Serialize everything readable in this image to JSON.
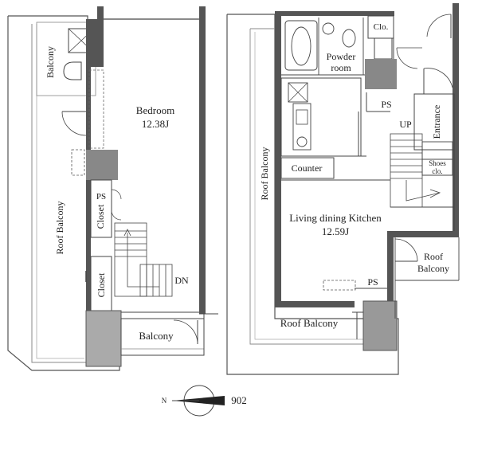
{
  "floor_plan": {
    "left_unit": {
      "bedroom": {
        "name": "Bedroom",
        "size": "12.38J"
      },
      "balcony_top": "Balcony",
      "balcony_bottom": "Balcony",
      "roof_balcony": "Roof Balcony",
      "closet_upper": "Closet",
      "closet_lower": "Closet",
      "ps": "PS",
      "stairs": "DN"
    },
    "right_unit": {
      "ldk": {
        "name": "Living dining Kitchen",
        "size": "12.59J"
      },
      "powder_room": {
        "line1": "Powder",
        "line2": "room"
      },
      "closet": "Clo.",
      "ps_top": "PS",
      "ps_bottom": "PS",
      "stairs": "UP",
      "entrance": "Entrance",
      "shoes": {
        "line1": "Shoes",
        "line2": "clo."
      },
      "counter": "Counter",
      "roof_balcony_left": "Roof Balcony",
      "roof_balcony_bottom": "Roof Balcony",
      "roof_balcony_right": {
        "line1": "Roof",
        "line2": "Balcony"
      }
    },
    "compass": {
      "north": "N",
      "id_label": "902"
    }
  }
}
